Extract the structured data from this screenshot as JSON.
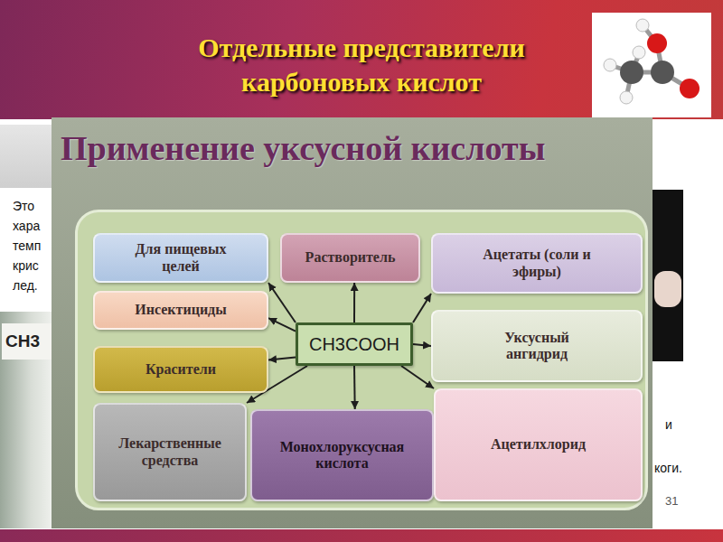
{
  "diagram": {
    "title": "Отдельные представители карбоновых кислот",
    "nodes": [
      {
        "text": [
          "Применение уксусной кислоты"
        ]
      },
      {
        "text": [
          "Для пищевых целей"
        ],
        "in": 0
      },
      {
        "text": [
          "Растворитель"
        ],
        "in": 0
      },
      {
        "text": [
          "Ацетаты (соли и эфиры)"
        ],
        "in": 0
      },
      {
        "text": [
          "Инсектициды"
        ],
        "in": 0
      },
      {
        "text": [
          "CH3COOH"
        ],
        "in": 0
      },
      {
        "text": [
          "Уксусный ангидрид"
        ],
        "in": 0
      },
      {
        "text": [
          "Красители"
        ],
        "in": 0
      },
      {
        "text": [
          "Лекарственные средства"
        ],
        "in": 0
      },
      {
        "text": [
          "Монохлоруксусная кислота"
        ],
        "in": 0
      },
      {
        "text": [
          "Ацетилхлорид"
        ],
        "in": 0
      }
    ],
    "edges": [
      {
        "from": 5,
        "to": 1,
        "arrow": "to"
      },
      {
        "from": 5,
        "to": 2,
        "arrow": "to"
      },
      {
        "from": 5,
        "to": 3,
        "arrow": "to"
      },
      {
        "from": 5,
        "to": 4,
        "arrow": "to"
      },
      {
        "from": 5,
        "to": 6,
        "arrow": "to"
      },
      {
        "from": 5,
        "to": 7,
        "arrow": "to"
      },
      {
        "from": 5,
        "to": 8,
        "arrow": "to"
      },
      {
        "from": 5,
        "to": 9,
        "arrow": "to"
      },
      {
        "from": 5,
        "to": 10,
        "arrow": "to"
      }
    ],
    "labels": [
      "Это",
      "хара",
      "темп",
      "крис",
      "лед.",
      "CH3",
      "и",
      "коги.",
      "31"
    ]
  }
}
